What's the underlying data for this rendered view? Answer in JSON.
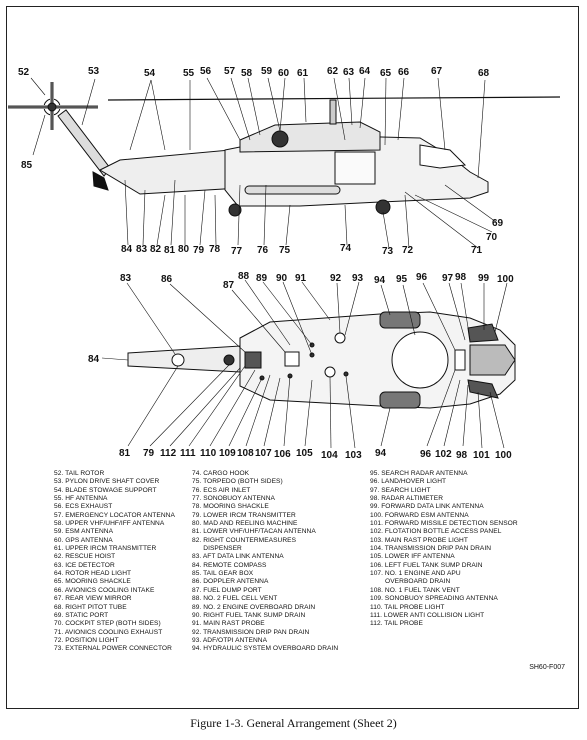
{
  "caption": "Figure 1-3.  General Arrangement  (Sheet 2)",
  "sheet_code": "SH60-F007",
  "side_view_callouts": {
    "52": "52",
    "53": "53",
    "54": "54",
    "55": "55",
    "56": "56",
    "57": "57",
    "58": "58",
    "59": "59",
    "60": "60",
    "61": "61",
    "62": "62",
    "63": "63",
    "64": "64",
    "65": "65",
    "66": "66",
    "67": "67",
    "68": "68",
    "69": "69",
    "70": "70",
    "71": "71",
    "72": "72",
    "73": "73",
    "74": "74",
    "75": "75",
    "76": "76",
    "77": "77",
    "78": "78",
    "79": "79",
    "80": "80",
    "81": "81",
    "82": "82",
    "83": "83",
    "84": "84",
    "85": "85"
  },
  "bottom_view_callouts": {
    "t83": "83",
    "t86": "86",
    "t87": "87",
    "t88": "88",
    "t89": "89",
    "t90": "90",
    "t91": "91",
    "t92": "92",
    "t93": "93",
    "t94": "94",
    "t95": "95",
    "t96": "96",
    "t97": "97",
    "t98": "98",
    "t99": "99",
    "t100": "100",
    "t84": "84",
    "b81": "81",
    "b79": "79",
    "b112": "112",
    "b111": "111",
    "b110": "110",
    "b109": "109",
    "b108": "108",
    "b107": "107",
    "b106": "106",
    "b105": "105",
    "b104": "104",
    "b103": "103",
    "b94": "94",
    "b96": "96",
    "b102": "102",
    "b98": "98",
    "b101": "101",
    "b100": "100"
  },
  "legend": {
    "col1": [
      "52. TAIL ROTOR",
      "53. PYLON DRIVE SHAFT COVER",
      "54. BLADE STOWAGE SUPPORT",
      "55. HF ANTENNA",
      "56. ECS EXHAUST",
      "57. EMERGENCY LOCATOR ANTENNA",
      "58. UPPER VHF/UHF/IFF ANTENNA",
      "59. ESM ANTENNA",
      "60. GPS ANTENNA",
      "61. UPPER IRCM TRANSMITTER",
      "62. RESCUE HOIST",
      "63. ICE DETECTOR",
      "64. ROTOR HEAD LIGHT",
      "65. MOORING SHACKLE",
      "66. AVIONICS COOLING INTAKE",
      "67. REAR VIEW MIRROR",
      "68. RIGHT PITOT TUBE",
      "69. STATIC PORT",
      "70. COCKPIT STEP (BOTH SIDES)",
      "71. AVIONICS COOLING EXHAUST",
      "72. POSITION LIGHT",
      "73. EXTERNAL POWER CONNECTOR"
    ],
    "col2": [
      "74. CARGO HOOK",
      "75. TORPEDO (BOTH SIDES)",
      "76. ECS AIR INLET",
      "77. SONOBUOY ANTENNA",
      "78. MOORING SHACKLE",
      "79. LOWER IRCM TRANSMITTER",
      "80. MAD AND REELING MACHINE",
      "81. LOWER VHF/UHF/TACAN ANTENNA",
      "82. RIGHT COUNTERMEASURES",
      "      DISPENSER",
      "83. AFT DATA LINK ANTENNA",
      "84. REMOTE COMPASS",
      "85. TAIL GEAR BOX",
      "86. DOPPLER ANTENNA",
      "87. FUEL DUMP PORT",
      "88. NO. 2 FUEL CELL VENT",
      "89. NO. 2 ENGINE OVERBOARD DRAIN",
      "90. RIGHT FUEL TANK SUMP DRAIN",
      "91. MAIN RAST PROBE",
      "92. TRANSMISSION DRIP PAN DRAIN",
      "93. ADF/OTPI ANTENNA",
      "94. HYDRAULIC SYSTEM OVERBOARD DRAIN"
    ],
    "col3": [
      "95. SEARCH RADAR ANTENNA",
      "96. LAND/HOVER LIGHT",
      "97. SEARCH LIGHT",
      "98. RADAR ALTIMETER",
      "99. FORWARD DATA LINK ANTENNA",
      "100. FORWARD ESM ANTENNA",
      "101. FORWARD MISSILE DETECTION SENSOR",
      "102. FLOTATION BOTTLE ACCESS PANEL",
      "103. MAIN RAST PROBE LIGHT",
      "104. TRANSMISSION DRIP PAN DRAIN",
      "105. LOWER IFF ANTENNA",
      "106. LEFT FUEL TANK SUMP DRAIN",
      "107. NO. 1 ENGINE AND APU",
      "        OVERBOARD DRAIN",
      "108. NO. 1 FUEL TANK VENT",
      "109. SONOBUOY SPREADING ANTENNA",
      "110. TAIL PROBE LIGHT",
      "111. LOWER ANTI COLLISION LIGHT",
      "112. TAIL PROBE"
    ]
  }
}
